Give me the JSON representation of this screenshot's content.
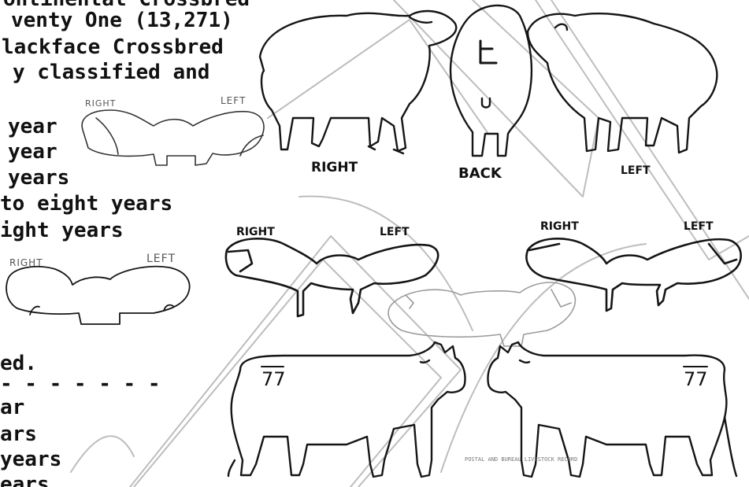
{
  "text_lines": [
    "ontinental Crossbred",
    "venty One (13,271)",
    "lackface Crossbred",
    "y classified and",
    "year",
    "year",
    "years",
    "to eight years",
    "ight years",
    "ed.",
    "- - - - - - -",
    "ar",
    "ars",
    "years",
    "ears"
  ],
  "labels": {
    "right": "RIGHT",
    "left": "LEFT",
    "back": "BACK",
    "small_right": "RIGHT",
    "small_left": "LEFT"
  },
  "tag_numbers": {
    "cow_left": "77",
    "cow_right": "77"
  },
  "fine_print": "POSTAL AND BUREAU LIVESTOCK RECORD"
}
